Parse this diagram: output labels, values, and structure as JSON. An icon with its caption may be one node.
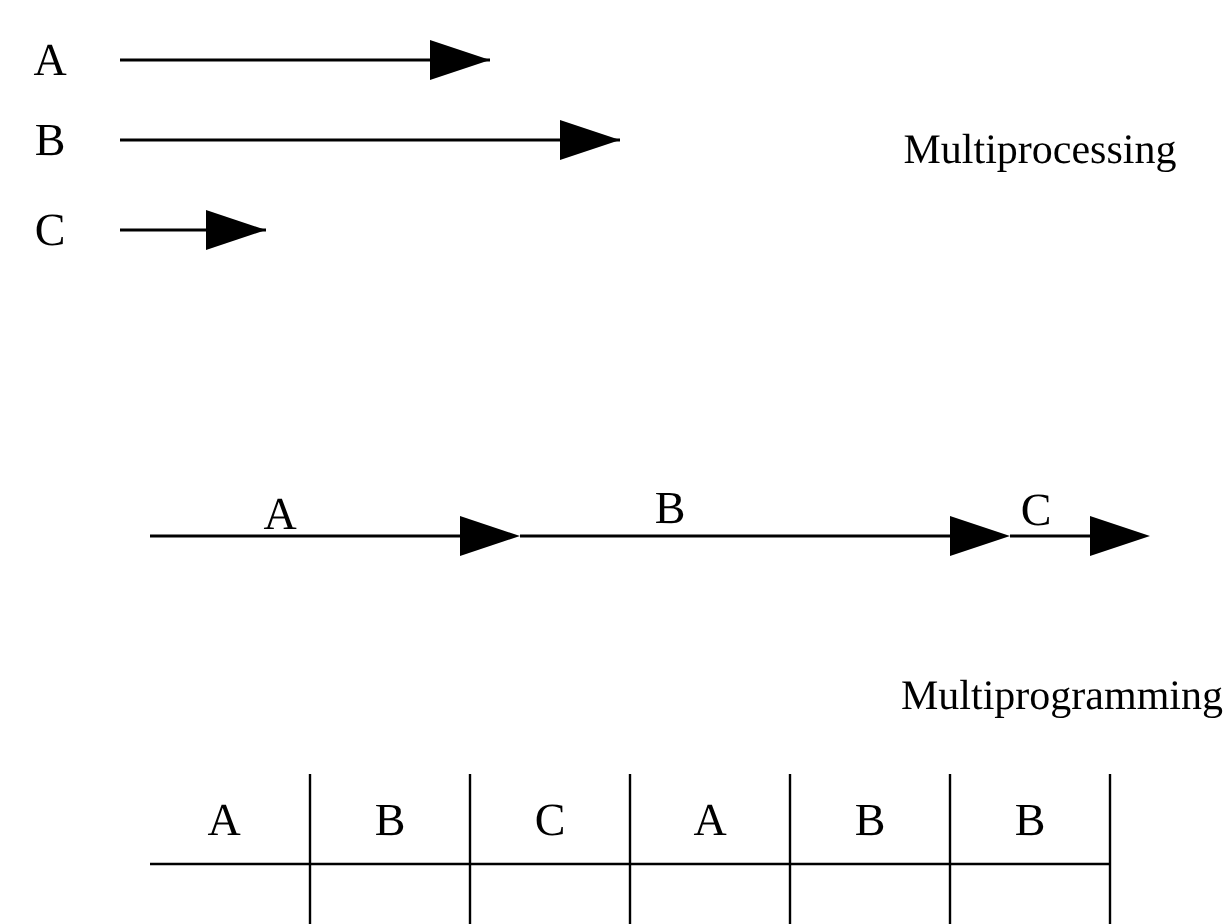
{
  "diagram": {
    "nodes": [
      {
        "text": [
          "A"
        ]
      },
      {
        "text": [
          "B"
        ]
      },
      {
        "text": [
          "C"
        ]
      }
    ],
    "edges": [
      {
        "from": 0,
        "to": null,
        "arrow": "to"
      },
      {
        "from": 1,
        "to": null,
        "arrow": "to"
      },
      {
        "from": 2,
        "to": null,
        "arrow": "to"
      }
    ],
    "labels": [
      "Multiprocessing",
      "A",
      "B",
      "C",
      "Multiprogramming",
      "A",
      "B",
      "C",
      "A",
      "B",
      "B"
    ]
  }
}
